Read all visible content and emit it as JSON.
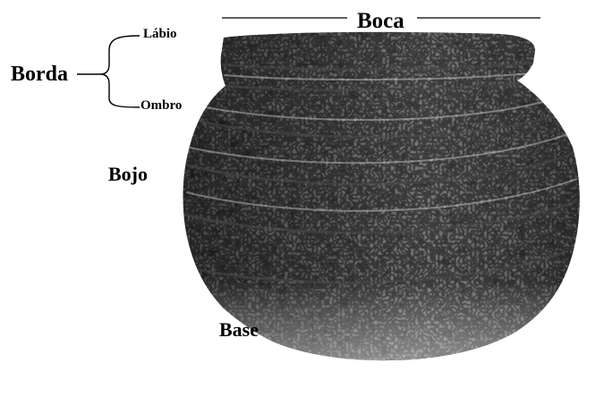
{
  "figure": {
    "illustration": "textured ceramic pot (cerâmica) viewed from the side",
    "labels": {
      "boca": "Boca",
      "labio": "Lábio",
      "borda": "Borda",
      "ombro": "Ombro",
      "bojo": "Bojo",
      "base": "Base"
    }
  }
}
